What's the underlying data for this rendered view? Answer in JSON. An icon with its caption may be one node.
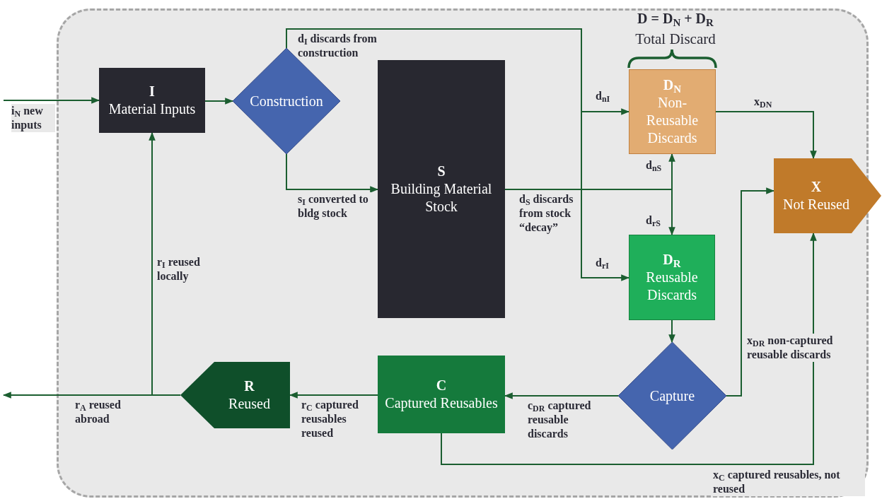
{
  "diagram": {
    "nodes": [
      {
        "text": [
          "I",
          "Material Inputs"
        ]
      },
      {
        "text": [
          "Construction"
        ]
      },
      {
        "text": [
          "S",
          "Building Material Stock"
        ]
      },
      {
        "text": [
          "D$_{N}$",
          "Non-Reusable Discards"
        ]
      },
      {
        "text": [
          "D$_{R}$",
          "Reusable Discards"
        ]
      },
      {
        "text": [
          "X",
          "Not Reused"
        ]
      },
      {
        "text": [
          "Capture"
        ]
      },
      {
        "text": [
          "C",
          "Captured Reusables"
        ]
      },
      {
        "text": [
          "R",
          "Reused"
        ]
      }
    ],
    "edges": [
      {
        "from": null,
        "to": 0,
        "arrow": "to",
        "label": "i$_{N}$ new inputs"
      },
      {
        "from": 0,
        "to": 1,
        "arrow": "to"
      },
      {
        "from": 1,
        "to": 3,
        "arrow": "to",
        "label": "d$_{nI}$"
      },
      {
        "from": 1,
        "to": 2,
        "arrow": "to",
        "label": "s$_{I}$ converted to bldg stock"
      },
      {
        "from": 1,
        "to": 4,
        "arrow": "to",
        "label": "d$_{rI}$"
      },
      {
        "from": 2,
        "to": 3,
        "arrow": "to",
        "label": "d$_{nS}$"
      },
      {
        "from": 2,
        "to": 4,
        "arrow": "to",
        "label": "d$_{rS}$"
      },
      {
        "from": 3,
        "to": 5,
        "arrow": "to",
        "label": "x$_{DN}$"
      },
      {
        "from": 4,
        "to": 6,
        "arrow": "to"
      },
      {
        "from": 6,
        "to": 7,
        "arrow": "to",
        "label": "c$_{DR}$ captured reusable discards"
      },
      {
        "from": 6,
        "to": 5,
        "arrow": "to",
        "label": "x$_{DR}$ non-captured reusable discards"
      },
      {
        "from": 7,
        "to": 5,
        "arrow": "to",
        "label": "x$_{C}$ captured reusables, not reused"
      },
      {
        "from": 7,
        "to": 8,
        "arrow": "to",
        "label": "r$_{C}$ captured reusables reused"
      },
      {
        "from": 8,
        "to": 0,
        "arrow": "to",
        "label": "r$_{I}$ reused locally"
      },
      {
        "from": 8,
        "to": null,
        "arrow": "to",
        "label": "r$_{A}$ reused abroad"
      }
    ],
    "labels": [
      "D = D$_{N}$ + D$_{R}$",
      "Total Discard",
      "d$_{I}$ discards from construction",
      "d$_{S}$ discards from stock “decay”"
    ]
  }
}
